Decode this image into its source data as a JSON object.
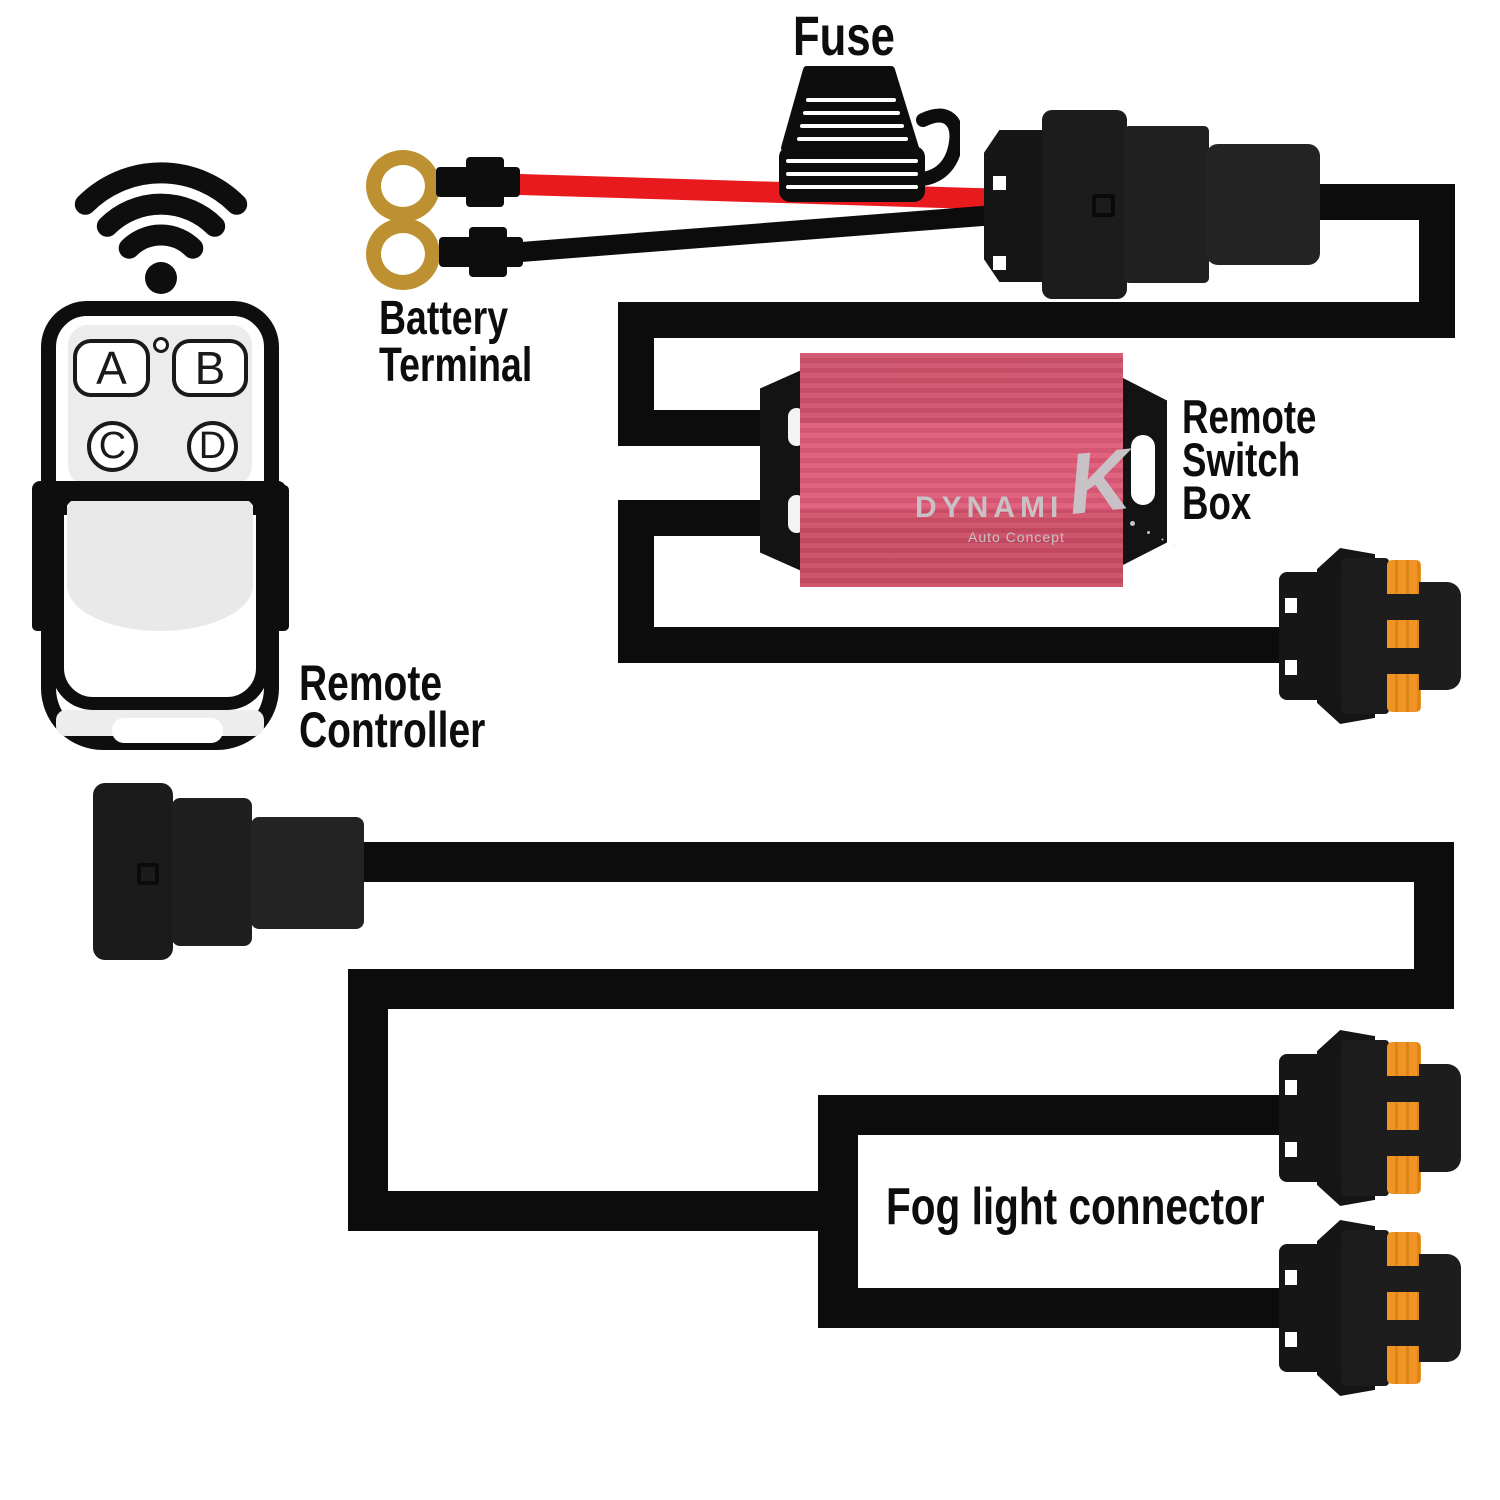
{
  "diagram": {
    "labels": {
      "fuse": "Fuse",
      "battery_terminal": [
        "Battery",
        "Terminal"
      ],
      "remote_controller": [
        "Remote",
        "Controller"
      ],
      "remote_switch_box": [
        "Remote",
        "Switch",
        "Box"
      ],
      "fog_light_connector": "Fog light connector"
    },
    "remote": {
      "buttons": [
        "A",
        "B",
        "C",
        "D"
      ]
    },
    "switch_box": {
      "brand": "DYNAMI",
      "brand_accent": "K",
      "tagline": "Auto Concept"
    },
    "colors": {
      "ink": "#0c0c0c",
      "wire_red": "#e81a1e",
      "connector_orange": "#f09426",
      "terminal_gold": "#bd9132",
      "pink_top": "#d0536c",
      "pink_mid": "#df5b79",
      "pink_low": "#ca4c64",
      "logo_gray": "#c8c1c5"
    }
  }
}
